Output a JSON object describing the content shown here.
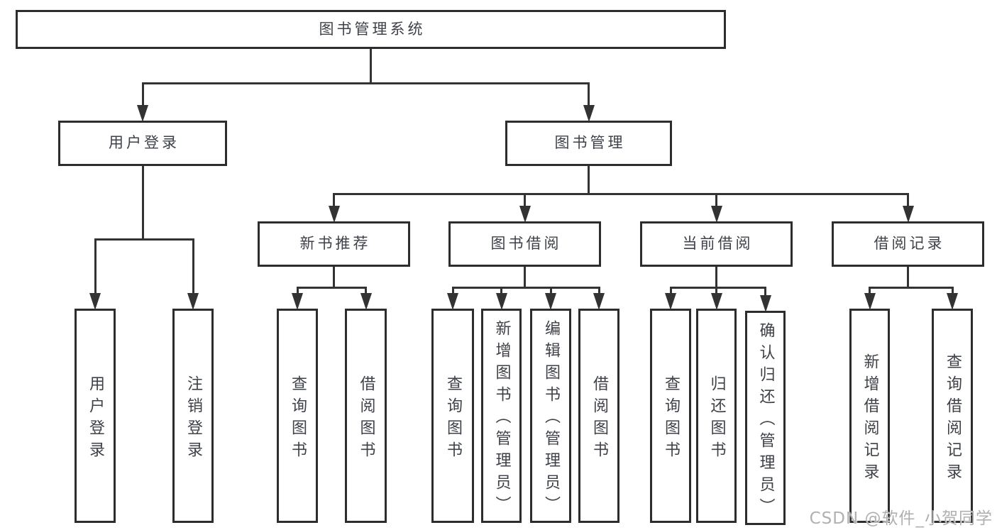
{
  "diagram": {
    "nodes": [
      {
        "id": "root",
        "label": "图书管理系统",
        "parent": null
      },
      {
        "id": "user-login",
        "label": "用户登录",
        "parent": "root"
      },
      {
        "id": "book-mgmt",
        "label": "图书管理",
        "parent": "root"
      },
      {
        "id": "new-book-rec",
        "label": "新书推荐",
        "parent": "book-mgmt"
      },
      {
        "id": "book-borrow",
        "label": "图书借阅",
        "parent": "book-mgmt"
      },
      {
        "id": "current-borrow",
        "label": "当前借阅",
        "parent": "book-mgmt"
      },
      {
        "id": "borrow-records",
        "label": "借阅记录",
        "parent": "book-mgmt"
      },
      {
        "id": "leaf-user-login",
        "label": "用户登录",
        "parent": "user-login"
      },
      {
        "id": "leaf-logout",
        "label": "注销登录",
        "parent": "user-login"
      },
      {
        "id": "leaf-query-book-1",
        "label": "查询图书",
        "parent": "new-book-rec"
      },
      {
        "id": "leaf-borrow-book-1",
        "label": "借阅图书",
        "parent": "new-book-rec"
      },
      {
        "id": "leaf-query-book-2",
        "label": "查询图书",
        "parent": "book-borrow"
      },
      {
        "id": "leaf-add-book",
        "label": "新增图书（管理员）",
        "parent": "book-borrow"
      },
      {
        "id": "leaf-edit-book",
        "label": "编辑图书（管理员）",
        "parent": "book-borrow"
      },
      {
        "id": "leaf-borrow-book-2",
        "label": "借阅图书",
        "parent": "book-borrow"
      },
      {
        "id": "leaf-query-book-3",
        "label": "查询图书",
        "parent": "current-borrow"
      },
      {
        "id": "leaf-return-book",
        "label": "归还图书",
        "parent": "current-borrow"
      },
      {
        "id": "leaf-confirm-return",
        "label": "确认归还（管理员）",
        "parent": "current-borrow"
      },
      {
        "id": "leaf-add-record",
        "label": "新增借阅记录",
        "parent": "borrow-records"
      },
      {
        "id": "leaf-query-record",
        "label": "查询借阅记录",
        "parent": "borrow-records"
      }
    ]
  },
  "watermark": {
    "text": "CSDN @软件_小贺同学"
  },
  "colors": {
    "box_border": "#2d2d2d",
    "connector": "#333333",
    "text": "#3e4147",
    "watermark": "#b0b0b0",
    "background": "#ffffff"
  }
}
